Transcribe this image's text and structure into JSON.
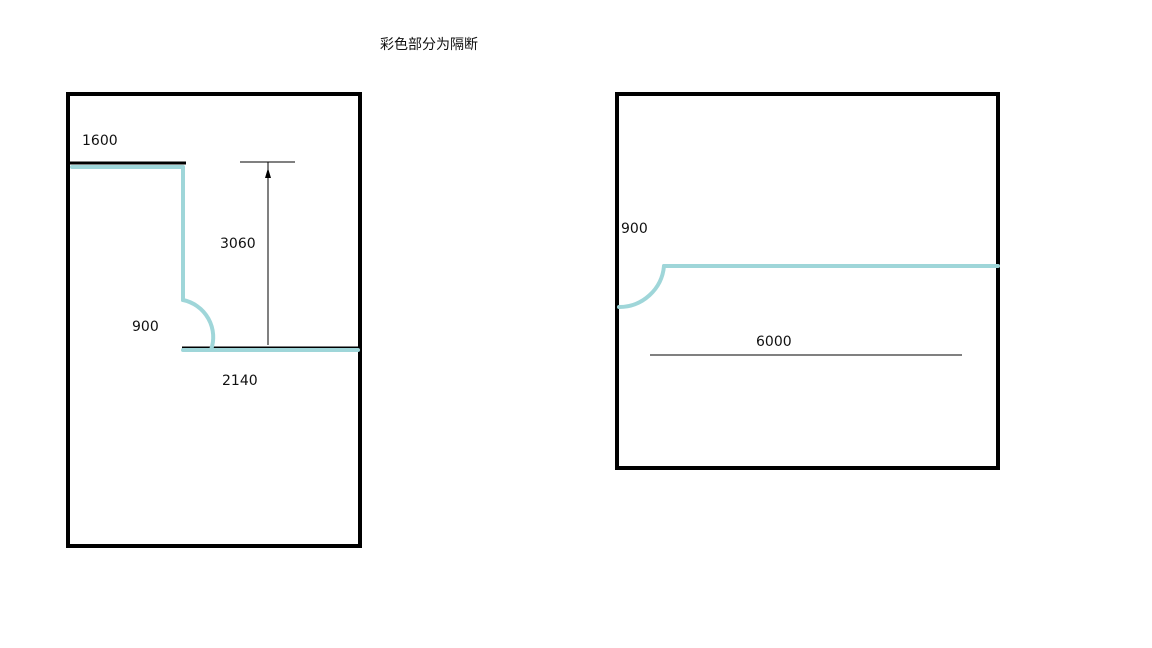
{
  "title": "彩色部分为隔断",
  "colors": {
    "partition": "#9fd6d9",
    "wall": "#000000",
    "background": "#ffffff"
  },
  "plan_left": {
    "labels": {
      "top_width": "1600",
      "height": "3060",
      "door": "900",
      "bottom_width": "2140"
    }
  },
  "plan_right": {
    "labels": {
      "door": "900",
      "length": "6000"
    }
  }
}
